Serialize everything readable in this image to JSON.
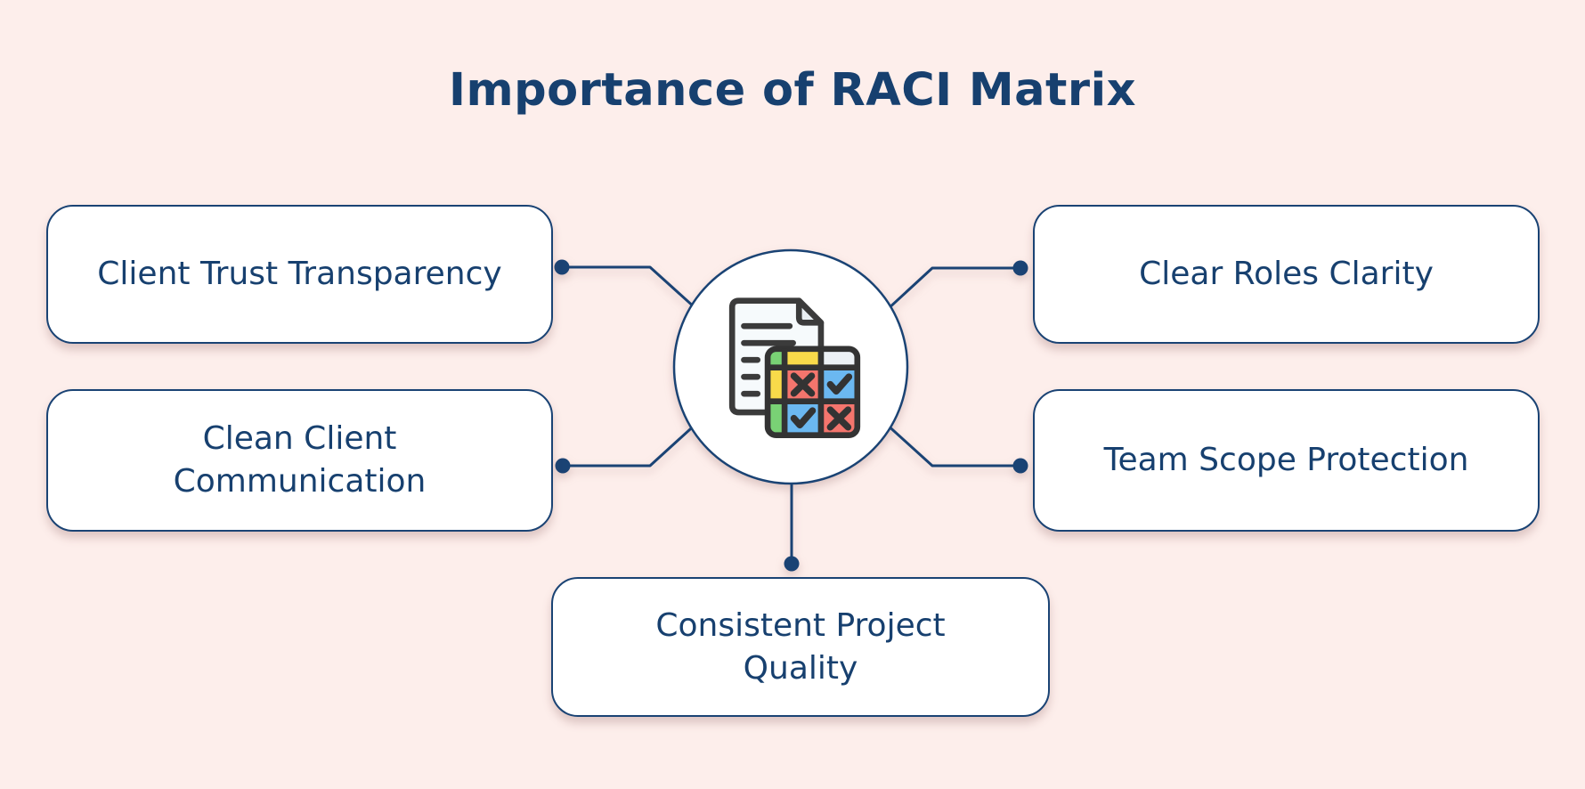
{
  "title": "Importance of RACI Matrix",
  "center": {
    "icon": "raci-matrix-document-icon",
    "description": "document with RACI check matrix"
  },
  "nodes": [
    {
      "id": "client-trust-transparency",
      "label": "Client Trust Transparency",
      "position": "top-left"
    },
    {
      "id": "clean-client-communication",
      "label": "Clean Client\nCommunication",
      "position": "middle-left"
    },
    {
      "id": "clear-roles-clarity",
      "label": "Clear Roles Clarity",
      "position": "top-right"
    },
    {
      "id": "team-scope-protection",
      "label": "Team Scope Protection",
      "position": "middle-right"
    },
    {
      "id": "consistent-project-quality",
      "label": "Consistent Project\nQuality",
      "position": "bottom-center"
    }
  ],
  "colors": {
    "background": "#FDEEEB",
    "navy": "#1A4374",
    "title_text": "#17406F",
    "box_fill": "#FFFFFF",
    "icon_outline": "#333333",
    "icon_green": "#79D275",
    "icon_yellow": "#F8DA4A",
    "icon_red": "#F4756D",
    "icon_blue": "#6BB8F1",
    "icon_gray": "#ECF1F5"
  }
}
